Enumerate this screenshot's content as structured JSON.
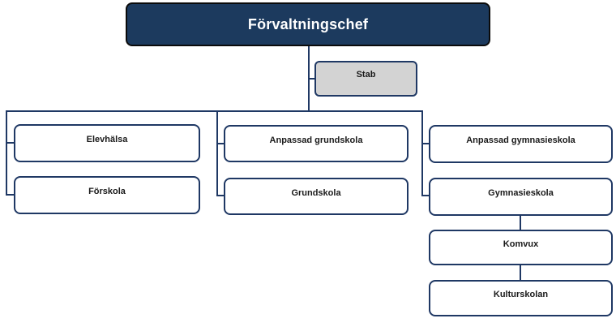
{
  "org": {
    "root": {
      "label": "Förvaltningschef"
    },
    "staff": {
      "label": "Stab"
    },
    "columns": [
      {
        "items": [
          {
            "label": "Elevhälsa"
          },
          {
            "label": "Förskola"
          }
        ]
      },
      {
        "items": [
          {
            "label": "Anpassad grundskola"
          },
          {
            "label": "Grundskola"
          }
        ]
      },
      {
        "items": [
          {
            "label": "Anpassad gymnasieskola"
          },
          {
            "label": "Gymnasieskola"
          },
          {
            "label": "Komvux"
          },
          {
            "label": "Kulturskolan"
          }
        ]
      }
    ]
  },
  "colors": {
    "root_fill": "#1C3A5E",
    "root_border": "#0B0B0B",
    "root_text": "#FFFFFF",
    "child_fill": "#FFFFFF",
    "child_border": "#1F3864",
    "staff_fill": "#D3D3D3",
    "connector": "#1F3864",
    "label_text": "#1A1A1A",
    "background": "#FFFFFF"
  }
}
